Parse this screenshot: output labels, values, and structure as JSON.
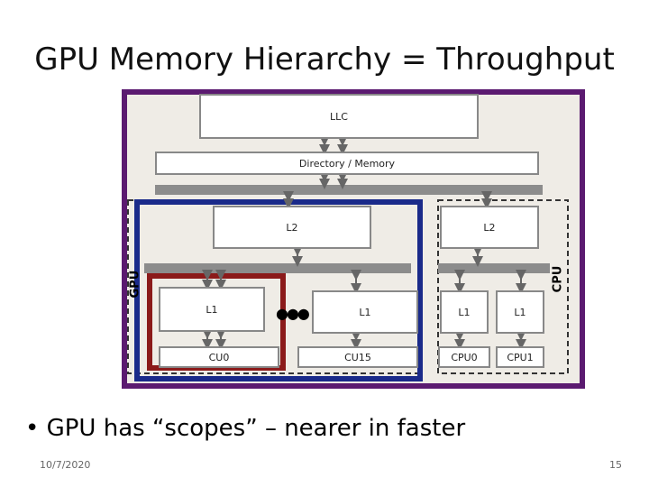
{
  "title": "GPU Memory Hierarchy = Throughput",
  "diagram": {
    "llc": "LLC",
    "directory": "Directory / Memory",
    "gpu_l2": "L2",
    "cpu_l2": "L2",
    "gpu_l1_a": "L1",
    "gpu_l1_b": "L1",
    "cpu_l1_a": "L1",
    "cpu_l1_b": "L1",
    "cu0": "CU0",
    "cu15": "CU15",
    "cpu0": "CPU0",
    "cpu1": "CPU1",
    "cpu_label": "CPU",
    "gpu_label": "GPU",
    "ellipsis": "●●●",
    "colors": {
      "outer_purple": "#5b1a70",
      "gpu_blue": "#1a2a8a",
      "cu_red": "#8b1a1a",
      "background": "#efece6",
      "bar_gray": "#8c8c8c"
    }
  },
  "bullet": "• GPU has “scopes” – nearer in faster",
  "footer": {
    "date": "10/7/2020",
    "page": "15"
  }
}
